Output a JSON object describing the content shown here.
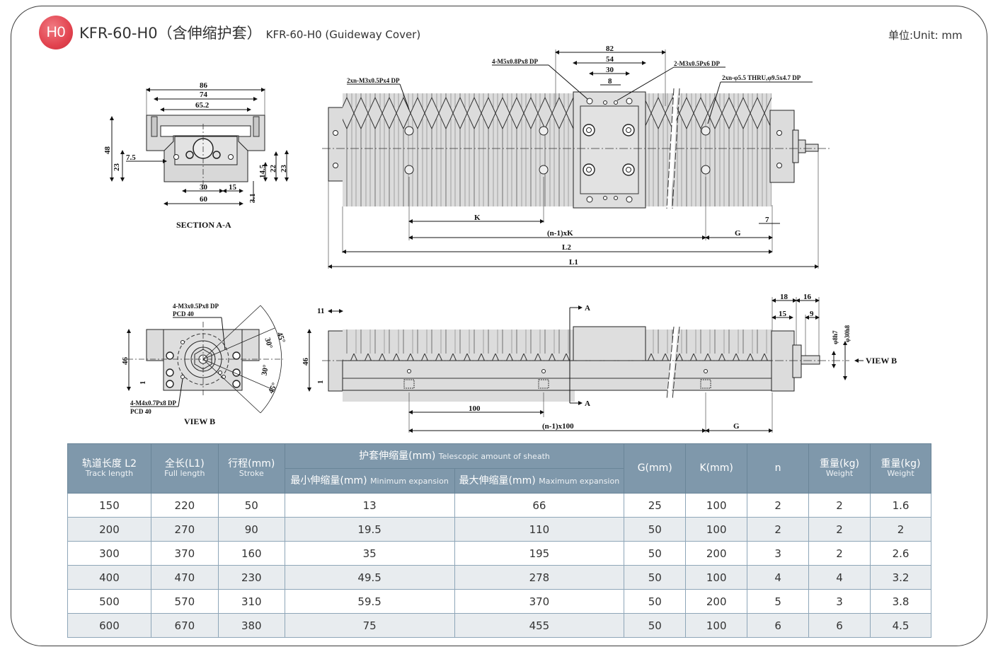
{
  "header": {
    "badge": "H0",
    "title": "KFR-60-H0（含伸缩护套）",
    "subtitle": "KFR-60-H0 (Guideway Cover)",
    "unit": "单位:Unit: mm",
    "badge_color": "#e2434f"
  },
  "drawing": {
    "section_aa": {
      "caption": "SECTION A-A",
      "dims": {
        "w86": "86",
        "w74": "74",
        "w65": "65.2",
        "h48": "48",
        "h23l": "23",
        "d75": "7.5",
        "h23r": "23",
        "h22": "22",
        "h145": "14.5",
        "w30": "30",
        "w15": "15",
        "w60": "60",
        "h31": "3.1"
      }
    },
    "top_view": {
      "callouts": {
        "c1": "2xn-M3x0.5Px4 DP",
        "c2": "4-M5x0.8Px8 DP",
        "c3": "2-M3x0.5Px6 DP",
        "c4": "2xn-φ5.5 THRU,φ9.5x4.7 DP"
      },
      "dims": {
        "d82": "82",
        "d54": "54",
        "d30": "30",
        "d8": "8",
        "k": "K",
        "nk": "(n-1)xK",
        "g": "G",
        "d7": "7",
        "l2": "L2",
        "l1": "L1"
      }
    },
    "view_b": {
      "caption": "VIEW B",
      "callouts": {
        "top": "4-M3x0.5Px8 DP",
        "top_pcd": "PCD 40",
        "bottom": "4-M4x0.7Px8 DP",
        "bottom_pcd": "PCD 40"
      },
      "dims": {
        "h46": "46",
        "d1": "1",
        "a45a": "45°",
        "a30a": "30°",
        "a30b": "30°",
        "a45b": "45°"
      }
    },
    "side_view": {
      "dims": {
        "d11": "11",
        "h46": "46",
        "d1": "1",
        "d100": "100",
        "n100": "(n-1)x100",
        "g": "G",
        "d18": "18",
        "d16": "16",
        "d15": "15",
        "d9": "9",
        "phi8": "φ8h7",
        "phi30": "φ30h8"
      },
      "section_mark": "A",
      "view_b_label": "VIEW B"
    }
  },
  "table": {
    "headers": {
      "track_length": {
        "cn": "轨道长度 L2",
        "en": "Track length"
      },
      "full_length": {
        "cn": "全长(L1)",
        "en": "Full length"
      },
      "stroke": {
        "cn": "行程(mm)",
        "en": "Stroke"
      },
      "sheath": {
        "cn": "护套伸缩量(mm)",
        "en": "Telescopic amount of sheath"
      },
      "min_exp": {
        "cn": "最小伸缩量(mm)",
        "en": "Minimum expansion"
      },
      "max_exp": {
        "cn": "最大伸缩量(mm)",
        "en": "Maximum expansion"
      },
      "g": "G(mm)",
      "k": "K(mm)",
      "n": "n",
      "weight1": {
        "cn": "重量(kg)",
        "en": "Weight"
      },
      "weight2": {
        "cn": "重量(kg)",
        "en": "Weight"
      }
    },
    "rows": [
      [
        "150",
        "220",
        "50",
        "13",
        "66",
        "25",
        "100",
        "2",
        "2",
        "1.6"
      ],
      [
        "200",
        "270",
        "90",
        "19.5",
        "110",
        "50",
        "100",
        "2",
        "2",
        "2"
      ],
      [
        "300",
        "370",
        "160",
        "35",
        "195",
        "50",
        "200",
        "3",
        "2",
        "2.6"
      ],
      [
        "400",
        "470",
        "230",
        "49.5",
        "278",
        "50",
        "100",
        "4",
        "4",
        "3.2"
      ],
      [
        "500",
        "570",
        "310",
        "59.5",
        "370",
        "50",
        "200",
        "5",
        "3",
        "3.8"
      ],
      [
        "600",
        "670",
        "380",
        "75",
        "455",
        "50",
        "100",
        "6",
        "6",
        "4.5"
      ]
    ],
    "header_bg": "#7f98ab",
    "stripe_bg": "#e8ecef"
  }
}
